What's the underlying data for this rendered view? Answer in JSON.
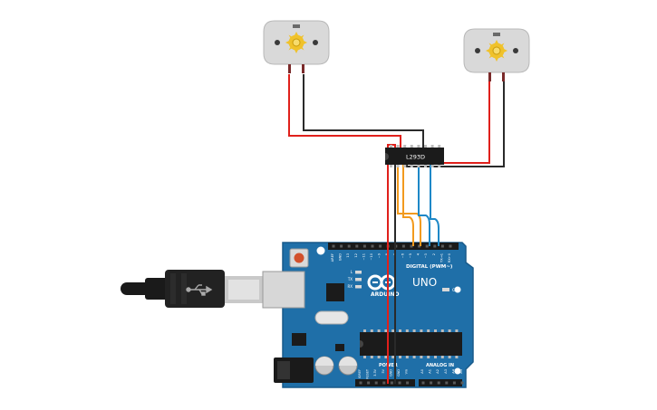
{
  "chip": {
    "label": "L293D"
  },
  "board": {
    "logo_text": "ARDUINO",
    "model_text": "UNO",
    "digital_header_label": "DIGITAL (PWM~)",
    "power_label": "POWER",
    "analog_label": "ANALOG IN",
    "on_label": "ON",
    "led_labels": [
      "L",
      "TX",
      "RX"
    ],
    "top_pins": [
      "AREF",
      "GND",
      "13",
      "12",
      "~11",
      "~10",
      "~9",
      "8",
      "7",
      "~6",
      "~5",
      "4",
      "~3",
      "2",
      "TX→1",
      "RX←0"
    ],
    "power_pins": [
      "IOREF",
      "RESET",
      "3.3V",
      "5V",
      "GND",
      "GND",
      "Vin"
    ],
    "analog_pins": [
      "A0",
      "A1",
      "A2",
      "A3",
      "A4",
      "A5"
    ]
  },
  "motors": [
    {
      "id": "motor-left"
    },
    {
      "id": "motor-right"
    }
  ],
  "colors": {
    "board": "#1f6fa8",
    "board_edge": "#185a8a",
    "chip": "#1b1b1b",
    "motor_body": "#d9d9d9",
    "motor_gear": "#f0c22a",
    "wire_red": "#e0201b",
    "wire_black": "#2a2a2a",
    "wire_orange": "#f29a1e",
    "wire_blue": "#1e88c7",
    "usb_cable": "#1a1a1a"
  }
}
